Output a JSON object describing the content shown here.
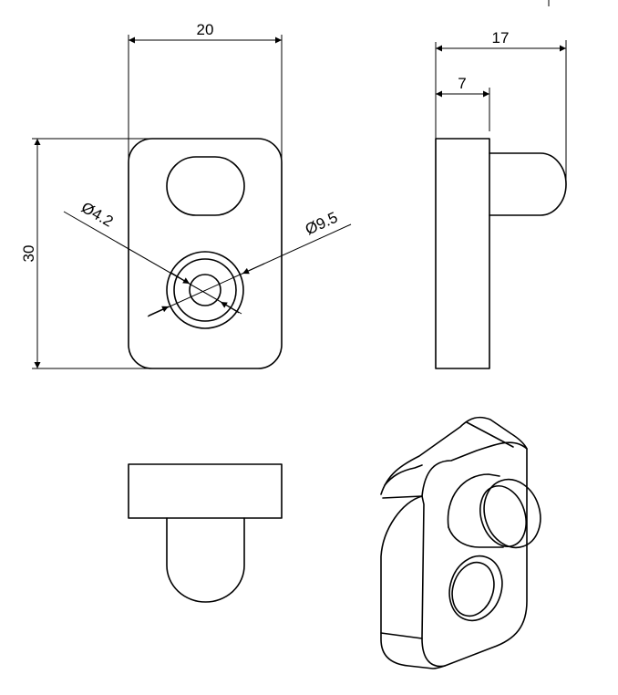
{
  "dimensions": {
    "width_top": "20",
    "height_left": "30",
    "depth_total": "17",
    "plate_thickness": "7",
    "hole_small": "Ø4.2",
    "hole_large": "Ø9.5"
  }
}
